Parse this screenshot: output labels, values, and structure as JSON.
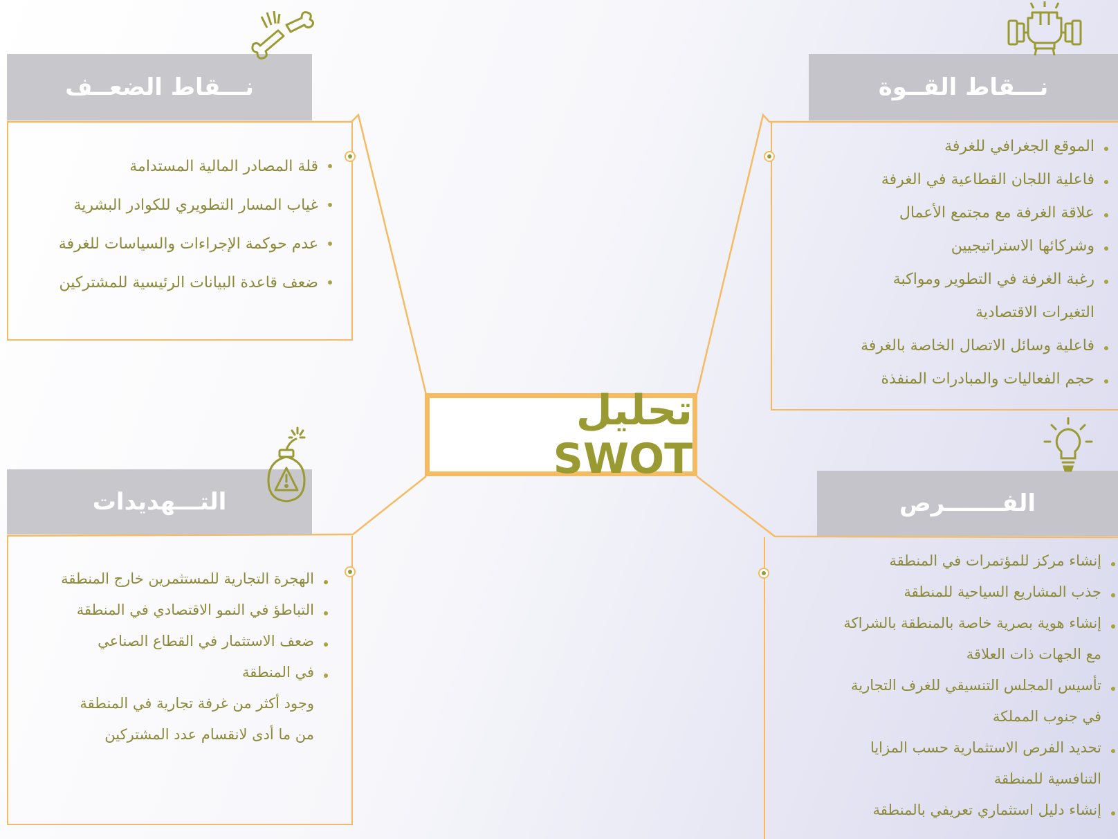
{
  "center": {
    "title": "تحليل SWOT"
  },
  "strengths": {
    "title": "نـــقاط القــوة",
    "icon": "fist-dumbbell-icon",
    "items": [
      "الموقع الجغرافي للغرفة",
      "فاعلية اللجان القطاعية في الغرفة",
      "علاقة الغرفة مع مجتمع الأعمال",
      "وشركائها الاستراتيجيين",
      "رغبة الغرفة في التطوير ومواكبة",
      "التغيرات الاقتصادية",
      "فاعلية وسائل الاتصال الخاصة بالغرفة",
      "حجم الفعاليات والمبادرات المنفذة"
    ]
  },
  "weaknesses": {
    "title": "نـــقاط الضعــف",
    "icon": "broken-bone-icon",
    "items": [
      "قلة المصادر المالية المستدامة",
      "غياب المسار التطويري للكوادر البشرية",
      "عدم حوكمة الإجراءات والسياسات للغرفة",
      "ضعف قاعدة البيانات الرئيسية للمشتركين"
    ]
  },
  "opportunities": {
    "title": "الفـــــــرص",
    "icon": "lightbulb-icon",
    "items": [
      "إنشاء مركز للمؤتمرات في المنطقة",
      "جذب المشاريع السياحية للمنطقة",
      "إنشاء هوية بصرية خاصة بالمنطقة بالشراكة",
      "مع الجهات ذات العلاقة",
      "تأسيس المجلس التنسيقي للغرف التجارية",
      "في جنوب المملكة",
      "تحديد الفرص الاستثمارية حسب المزايا",
      "التنافسية للمنطقة",
      "إنشاء دليل استثماري تعريفي بالمنطقة"
    ]
  },
  "threats": {
    "title": "التـــهديدات",
    "icon": "bomb-warning-icon",
    "items": [
      "الهجرة التجارية للمستثمرين خارج المنطقة",
      "التباطؤ في النمو الاقتصادي في المنطقة",
      "ضعف الاستثمار في القطاع الصناعي",
      "في المنطقة",
      "وجود أكثر من غرفة تجارية في المنطقة",
      "من ما أدى لانقسام عدد المشتركين"
    ]
  },
  "colors": {
    "accent": "#f5bb62",
    "olive": "#9a9a33",
    "header": "#c8c8cc"
  }
}
